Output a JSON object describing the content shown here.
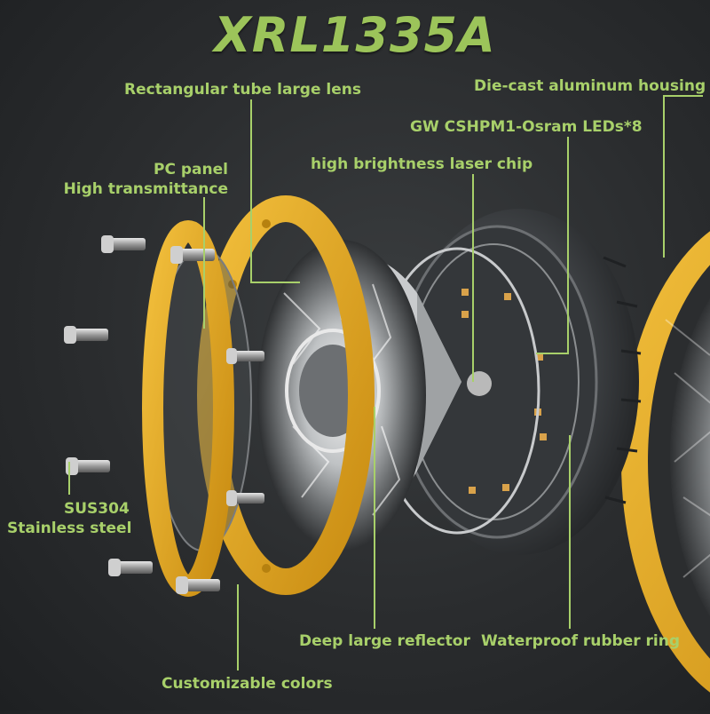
{
  "title": "XRL1335A",
  "colors": {
    "accent": "#9cc45a",
    "label": "#a8d06a",
    "ring": "#e6ad2a",
    "background": "#2a2c2e"
  },
  "labels": {
    "lens": "Rectangular tube large lens",
    "housing": "Die-cast aluminum housing",
    "leds": "GW CSHPM1-Osram LEDs*8",
    "laser": "high brightness laser chip",
    "pc_panel_1": "PC panel",
    "pc_panel_2": "High transmittance",
    "sus_1": "SUS304",
    "sus_2": "Stainless steel",
    "reflector": "Deep large reflector",
    "rubber": "Waterproof rubber ring",
    "colors": "Customizable colors"
  }
}
